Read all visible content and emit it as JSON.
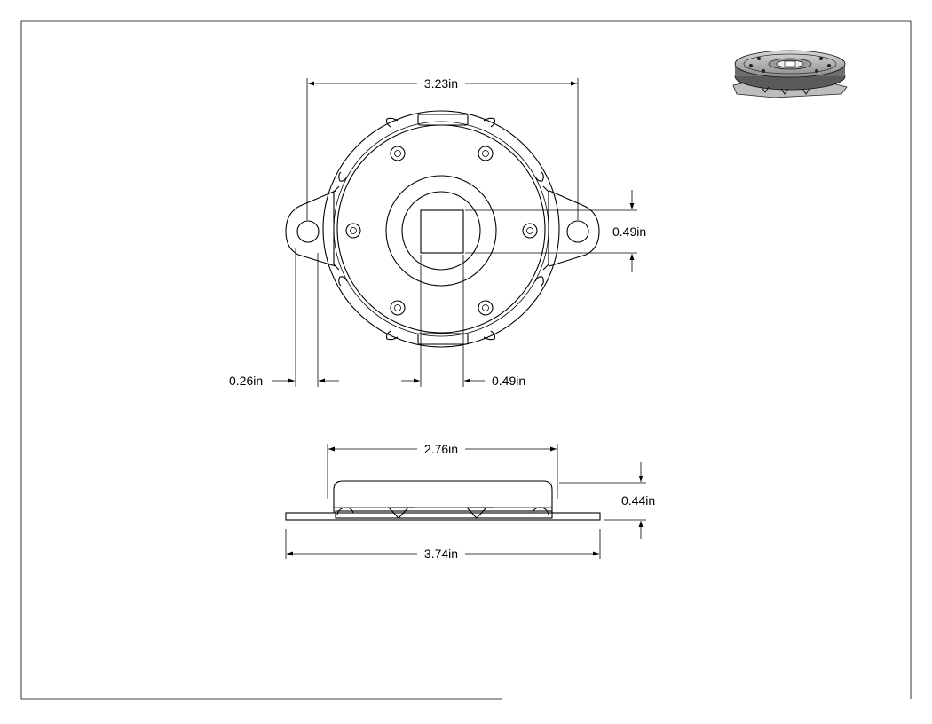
{
  "drawing": {
    "units": "in",
    "dimensions": {
      "overall_width_top": "3.23in",
      "square_bore_height": "0.49in",
      "mount_hole_offset": "0.26in",
      "square_bore_width": "0.49in",
      "body_width_side": "2.76in",
      "height_side": "0.44in",
      "overall_width_side": "3.74in"
    }
  }
}
